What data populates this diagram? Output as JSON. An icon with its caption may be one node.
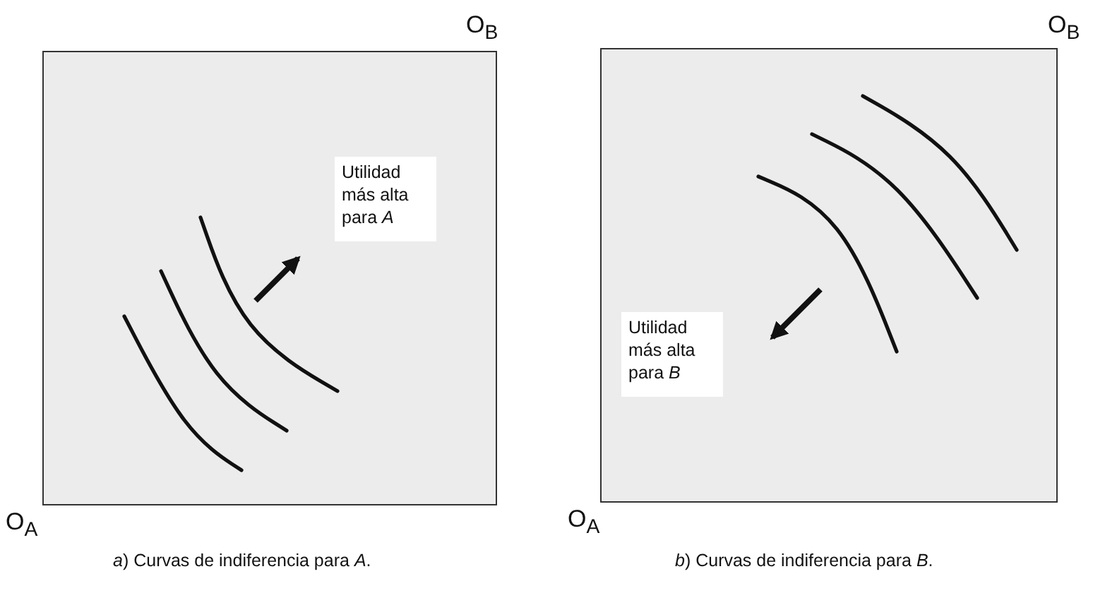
{
  "diagram": {
    "nodes": [
      {
        "text": [],
        "shape": "box",
        "beside": [
          "O$_{A}$",
          "O$_{B}$",
          "*a*) Curvas de indiferencia para *A*."
        ]
      },
      {
        "text": [
          "Utilidad más alta para *A*"
        ],
        "in": 0
      },
      {
        "text": [],
        "shape": "box",
        "beside": [
          "O$_{A}$",
          "O$_{B}$",
          "*b*) Curvas de indiferencia para *B*."
        ]
      },
      {
        "text": [
          "Utilidad más alta para *B*"
        ],
        "in": 2
      }
    ]
  }
}
